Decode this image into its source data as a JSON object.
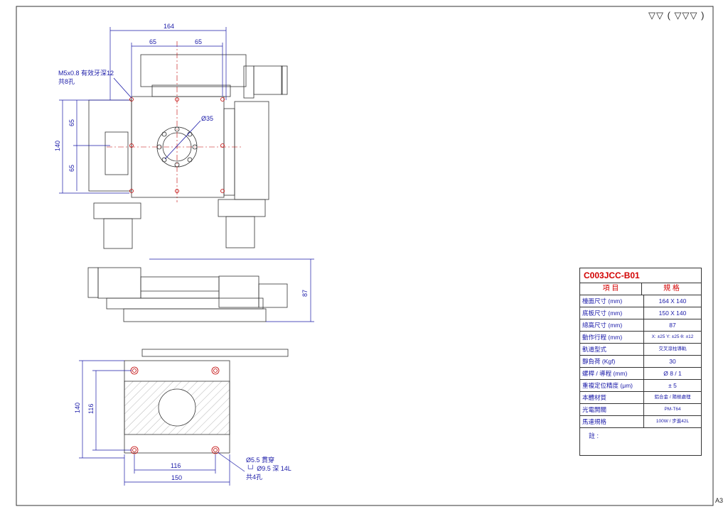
{
  "roughness_symbol": "▽▽ ( ▽▽▽ )",
  "sheet_size": "A3",
  "dims": {
    "top_width": "164",
    "top_hole_left": "65",
    "top_hole_right": "65",
    "top_height": "140",
    "top_height_upper": "65",
    "top_height_lower": "65",
    "center_dia": "Ø35",
    "side_height": "87",
    "base_height": "140",
    "base_inner_height": "116",
    "base_inner_width": "116",
    "base_width": "150"
  },
  "notes": {
    "tap_line1": "M5x0.8 有效牙深12",
    "tap_line2": "共8孔",
    "hole_line1": "Ø5.5 貫穿",
    "hole_line2": "└┘ Ø9.5 深 14L",
    "hole_line3": "共4孔"
  },
  "spec": {
    "title": "C003JCC-B01",
    "header_item": "項 目",
    "header_spec": "規 格",
    "rows": [
      {
        "label": "檯面尺寸 (mm)",
        "value": "164 X 140"
      },
      {
        "label": "底板尺寸 (mm)",
        "value": "150 X 140"
      },
      {
        "label": "總高尺寸 (mm)",
        "value": "87"
      },
      {
        "label": "動作行程 (mm)",
        "value": "X: ±25  Y: ±25  θ: ±12"
      },
      {
        "label": "軌道型式",
        "value": "交叉滾柱導軌"
      },
      {
        "label": "靜負荷 (Kgf)",
        "value": "30"
      },
      {
        "label": "螺桿 / 導程 (mm)",
        "value": "Ø 8 / 1"
      },
      {
        "label": "重複定位精度 (μm)",
        "value": "± 5"
      },
      {
        "label": "本體材質",
        "value": "鋁合金 / 陽極處理"
      },
      {
        "label": "光電開關",
        "value": "PM-T64"
      },
      {
        "label": "馬達規格",
        "value": "100W / 步進42L"
      }
    ],
    "note_label": "註 :"
  }
}
